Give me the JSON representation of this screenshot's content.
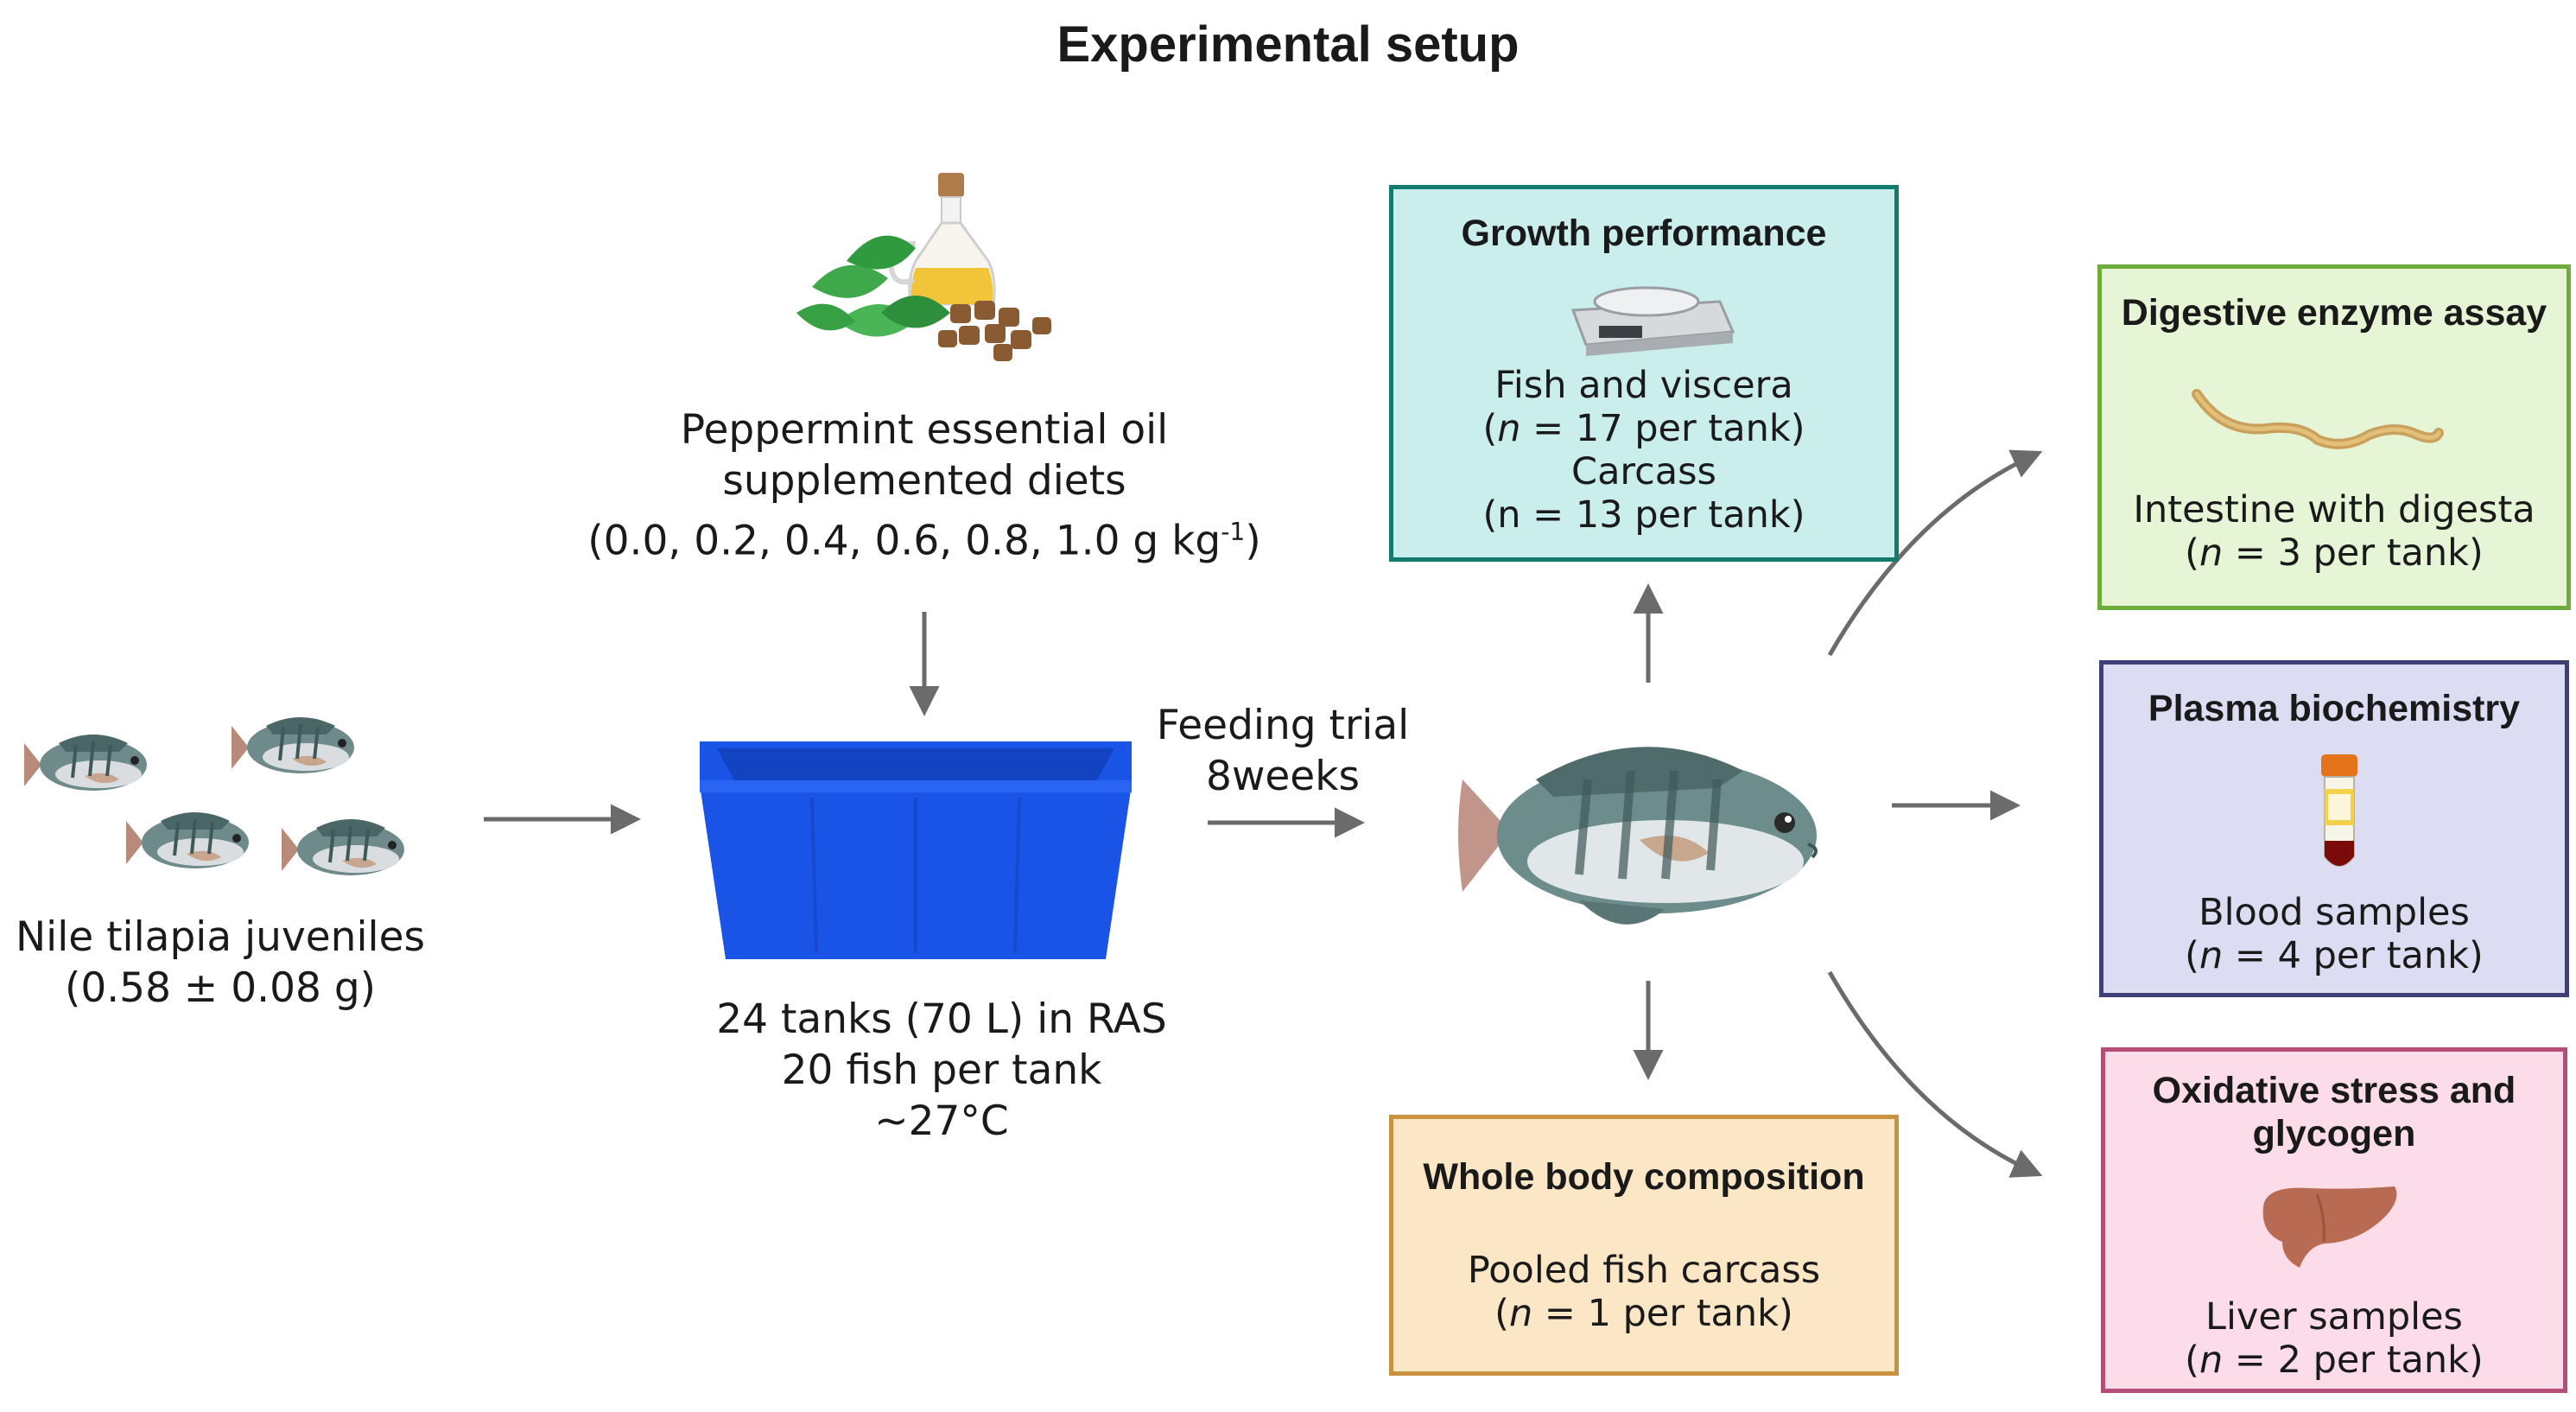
{
  "title": "Experimental setup",
  "diet": {
    "line1": "Peppermint essential oil",
    "line2": "supplemented diets",
    "line3": "(0.0, 0.2, 0.4, 0.6, 0.8, 1.0 g kg",
    "line3_sup": "-1",
    "line3_end": ")"
  },
  "fish_start": {
    "line1": "Nile tilapia juveniles",
    "line2": "(0.58 ± 0.08 g)"
  },
  "tanks": {
    "line1": "24 tanks (70 L)  in RAS",
    "line2": "20 fish per tank",
    "line3": "~27°C"
  },
  "feeding": {
    "line1": "Feeding trial",
    "line2": "8weeks"
  },
  "boxes": {
    "growth": {
      "title": "Growth performance",
      "l1": "Fish and viscera",
      "l2_n": "n",
      "l2_rest": " = 17 per tank)",
      "l3": "Carcass",
      "l4": "(n = 13 per tank)",
      "border": "#127a6e",
      "fill": "#c9eeec"
    },
    "whole_body": {
      "title": "Whole body composition",
      "l1": "Pooled fish carcass",
      "l2_n": "n",
      "l2_rest": " = 1 per tank)",
      "border": "#c8923f",
      "fill": "#fbe6c6"
    },
    "digestive": {
      "title": "Digestive enzyme assay",
      "l1": "Intestine with digesta",
      "l2_n": "n",
      "l2_rest": " = 3 per tank)",
      "border": "#6fac3e",
      "fill": "#e6f5d5"
    },
    "plasma": {
      "title": "Plasma biochemistry",
      "l1": "Blood samples",
      "l2_n": "n",
      "l2_rest": " = 4 per tank)",
      "border": "#3f3f78",
      "fill": "#dcdcf3"
    },
    "oxidative": {
      "title_l1": "Oxidative stress and",
      "title_l2": "glycogen",
      "l1": "Liver samples",
      "l2_n": "n",
      "l2_rest": " = 2 per tank)",
      "border": "#b44d78",
      "fill": "#fbdce8"
    }
  },
  "icons": {
    "diet": "peppermint-oil-pellets-icon",
    "fish": "tilapia-fish-icon",
    "tank": "blue-tank-icon",
    "scale": "lab-balance-icon",
    "intestine": "intestine-icon",
    "blood": "blood-tube-icon",
    "liver": "liver-icon"
  },
  "colors": {
    "arrow": "#6b6b6b",
    "tank_blue": "#1a54e6"
  }
}
